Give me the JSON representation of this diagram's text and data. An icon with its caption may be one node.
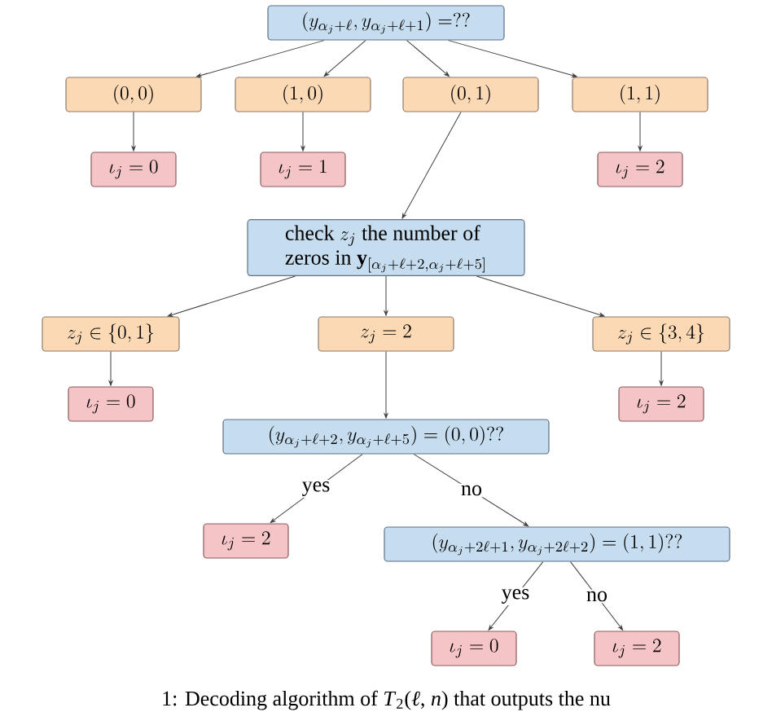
{
  "diagram": {
    "caption": "1: Decoding algorithm of *T*$_{2}$(*ℓ*, *n*) that outputs the nu",
    "nodes": [
      {
        "text": [
          "(y_{\\alpha_j+\\ell}, y_{\\alpha_j+\\ell+1}) =??"
        ]
      },
      {
        "text": [
          "(0,0)"
        ]
      },
      {
        "text": [
          "(1,0)"
        ]
      },
      {
        "text": [
          "(0,1)"
        ]
      },
      {
        "text": [
          "(1,1)"
        ]
      },
      {
        "text": [
          "\\iota_j = 0"
        ]
      },
      {
        "text": [
          "\\iota_j = 1"
        ]
      },
      {
        "text": [
          "\\iota_j = 2"
        ]
      },
      {
        "text": [
          "\\begin{array}{l}\\text{check } z_j \\text{ the number of}\\\\ \\text{zeros in } \\mathbf{y}_{[\\alpha_j+\\ell+2,\\alpha_j+\\ell+5]}\\end{array}"
        ]
      },
      {
        "text": [
          "z_j \\in \\{0,1\\}"
        ]
      },
      {
        "text": [
          "z_j = 2"
        ]
      },
      {
        "text": [
          "z_j \\in \\{3,4\\}"
        ]
      },
      {
        "text": [
          "\\iota_j = 0"
        ]
      },
      {
        "text": [
          "\\iota_j = 2"
        ]
      },
      {
        "text": [
          "(y_{\\alpha_j+\\ell+2}, y_{\\alpha_j+\\ell+5}) = (0,0)??"
        ]
      },
      {
        "text": [
          "\\iota_j = 2"
        ]
      },
      {
        "text": [
          "(y_{\\alpha_j+2\\ell+1}, y_{\\alpha_j+2\\ell+2}) = (1,1)??"
        ]
      },
      {
        "text": [
          "\\iota_j = 0"
        ]
      },
      {
        "text": [
          "\\iota_j = 2"
        ]
      }
    ],
    "edges": [
      {
        "from": 0,
        "to": 1,
        "arrow": "to"
      },
      {
        "from": 0,
        "to": 2,
        "arrow": "to"
      },
      {
        "from": 0,
        "to": 3,
        "arrow": "to"
      },
      {
        "from": 0,
        "to": 4,
        "arrow": "to"
      },
      {
        "from": 1,
        "to": 5,
        "arrow": "to"
      },
      {
        "from": 2,
        "to": 6,
        "arrow": "to"
      },
      {
        "from": 4,
        "to": 7,
        "arrow": "to"
      },
      {
        "from": 3,
        "to": 8,
        "arrow": "to"
      },
      {
        "from": 8,
        "to": 9,
        "arrow": "to"
      },
      {
        "from": 8,
        "to": 10,
        "arrow": "to"
      },
      {
        "from": 8,
        "to": 11,
        "arrow": "to"
      },
      {
        "from": 9,
        "to": 12,
        "arrow": "to"
      },
      {
        "from": 11,
        "to": 13,
        "arrow": "to"
      },
      {
        "from": 10,
        "to": 14,
        "arrow": "to"
      },
      {
        "from": 14,
        "to": 15,
        "arrow": "to",
        "label": "yes"
      },
      {
        "from": 14,
        "to": 16,
        "arrow": "to",
        "label": "no"
      },
      {
        "from": 16,
        "to": 17,
        "arrow": "to",
        "label": "yes"
      },
      {
        "from": 16,
        "to": 18,
        "arrow": "to",
        "label": "no"
      }
    ]
  }
}
